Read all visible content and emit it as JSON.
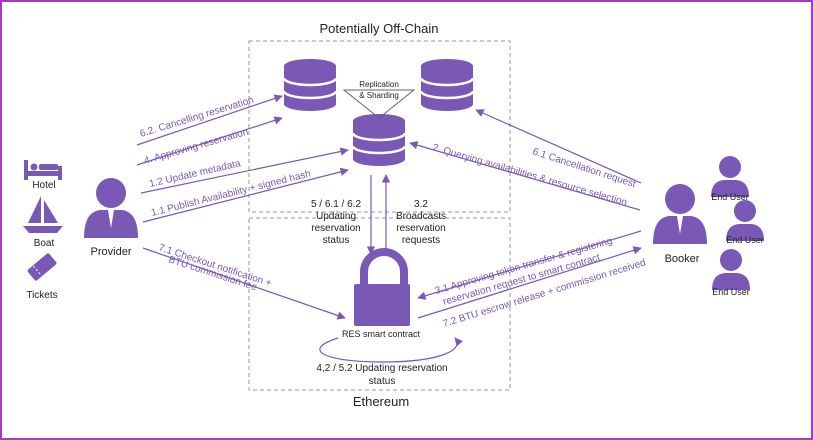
{
  "zones": {
    "offchain_title": "Potentially Off-Chain",
    "ethereum_title": "Ethereum"
  },
  "left_items": {
    "hotel": "Hotel",
    "boat": "Boat",
    "tickets": "Tickets"
  },
  "actors": {
    "provider": "Provider",
    "booker": "Booker",
    "end_user": "End User"
  },
  "replication": {
    "line1": "Replication",
    "line2": "& Sharding"
  },
  "contract": {
    "label": "RES smart contract"
  },
  "arrows": {
    "a62": "6.2. Cancelling reservation",
    "a4": "4. Approving reservation",
    "a12": "1.2 Update metadata",
    "a11": "1.1 Publish Availability + signed hash",
    "a2": "2. Querying availabilities & resource selection",
    "a61": "6.1 Cancellation request",
    "a71_l1": "7.1 Checkout notification +",
    "a71_l2": "BTU commission fee",
    "a31_l1": "3.1 Approving token transfer & registering",
    "a31_l2": "reservation request to smart contract",
    "a72": "7.2 BTU escrow release + commission received"
  },
  "middle": {
    "updating_l1": "5 / 6.1 / 6.2",
    "updating_l2": "Updating",
    "updating_l3": "reservation",
    "updating_l4": "status",
    "broadcast_l1": "3.2",
    "broadcast_l2": "Broadcasts",
    "broadcast_l3": "reservation",
    "broadcast_l4": "requests",
    "loop_l1": "4,2 / 5.2 Updating reservation",
    "loop_l2": "status"
  },
  "colors": {
    "accent": "#7a58b5",
    "border": "#a33cc4",
    "text": "#222222"
  }
}
